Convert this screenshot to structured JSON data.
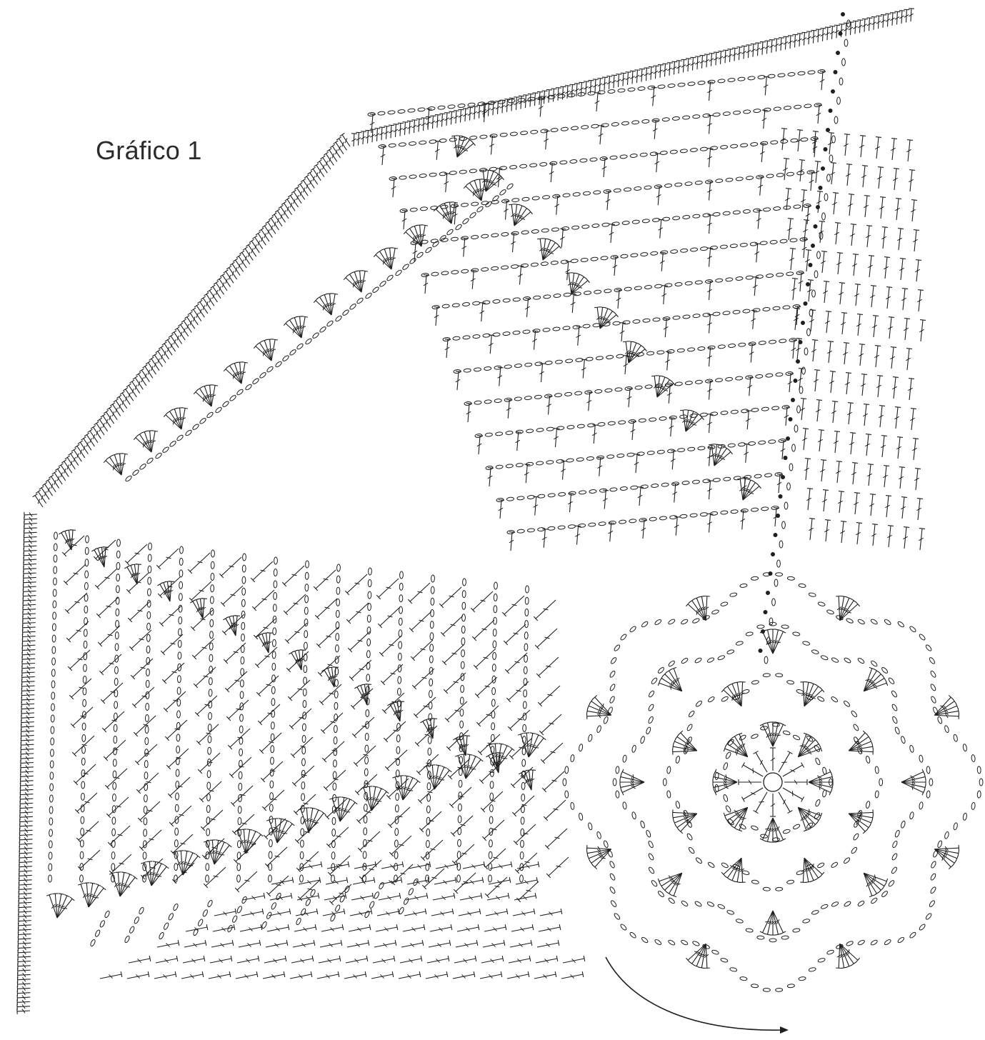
{
  "title": "Gráfico 1",
  "colors": {
    "ink": "#1f1f1f",
    "paper": "#ffffff"
  },
  "symbols": {
    "chain": "oval-chain-stitch",
    "double_crochet": "t-crossbar-stitch",
    "slip_stitch": "filled-dot",
    "single_crochet": "x-stitch"
  }
}
